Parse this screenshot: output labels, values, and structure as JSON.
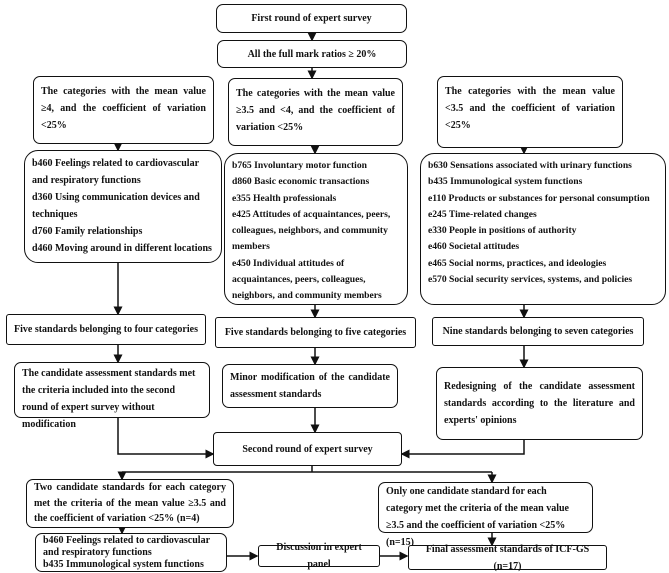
{
  "first_round": "First round of expert survey",
  "full_mark": "All the full mark ratios ≥ 20%",
  "left": {
    "criteria": "The categories with the mean value ≥4, and the coefficient of variation <25%",
    "items": [
      "b460 Feelings related to cardiovascular and respiratory functions",
      "d360 Using communication devices and techniques",
      "d760 Family relationships",
      "d460 Moving around in different locations"
    ],
    "count": "Five standards belonging to four categories",
    "action": "The candidate assessment standards met the criteria included into the second round of expert survey without modification"
  },
  "middle": {
    "criteria": "The categories with the mean value ≥3.5 and <4, and the coefficient of variation <25%",
    "items": [
      "b765 Involuntary motor function",
      "d860 Basic economic transactions",
      "e355 Health professionals",
      "e425 Attitudes of acquaintances, peers, colleagues, neighbors, and community members",
      "e450 Individual attitudes of acquaintances, peers, colleagues, neighbors, and community members"
    ],
    "count": "Five standards belonging to five categories",
    "action": "Minor modification of the candidate assessment standards"
  },
  "right": {
    "criteria": "The categories with the mean value <3.5 and the coefficient of variation <25%",
    "items": [
      "b630 Sensations associated with urinary functions",
      "b435 Immunological system functions",
      "e110 Products or substances for personal consumption",
      "e245 Time-related changes",
      "e330 People in positions of authority",
      "e460 Societal attitudes",
      "e465 Social norms, practices, and ideologies",
      "e570 Social security services, systems, and policies"
    ],
    "count": "Nine standards belonging to seven categories",
    "action": "Redesigning of the candidate assessment standards according to the literature and experts' opinions"
  },
  "second_round": "Second round of expert survey",
  "two_candidates": "Two candidate standards for each category met the criteria of the mean value ≥3.5 and the coefficient of variation <25% (n=4)",
  "one_candidate": "Only one candidate standard for each category met the criteria of the mean value ≥3.5 and the coefficient of variation <25% (n=15)",
  "two_items": [
    "b460 Feelings related to cardiovascular and respiratory functions",
    "b435 Immunological system functions"
  ],
  "discussion": "Discussion in expert panel",
  "final": "Final assessment standards of ICF-GS (n=17)"
}
